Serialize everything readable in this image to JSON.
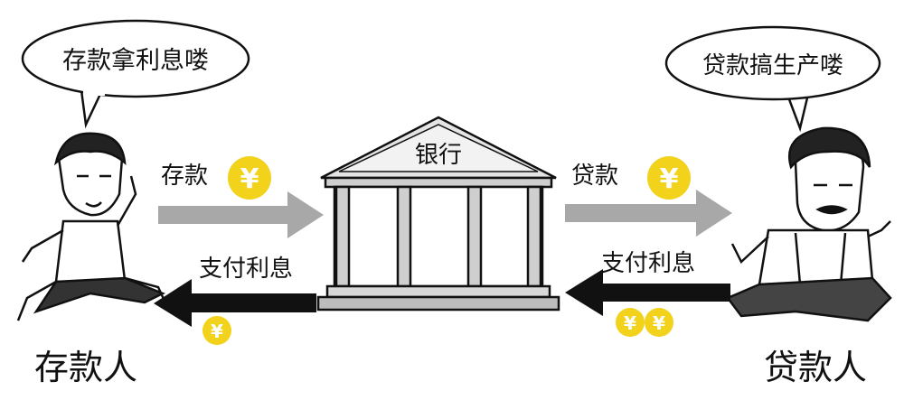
{
  "bubbles": {
    "depositor_speech": "存款拿利息喽",
    "borrower_speech": "贷款搞生产喽"
  },
  "bank": {
    "label": "银行"
  },
  "flows": {
    "deposit": "存款",
    "loan": "贷款",
    "pay_interest_left": "支付利息",
    "pay_interest_right": "支付利息"
  },
  "coins": {
    "symbol": "¥"
  },
  "people": {
    "depositor": "存款人",
    "borrower": "贷款人"
  },
  "colors": {
    "coin": "#f2d21b",
    "gray_arrow": "#a8a8a8",
    "black_arrow": "#111111"
  }
}
